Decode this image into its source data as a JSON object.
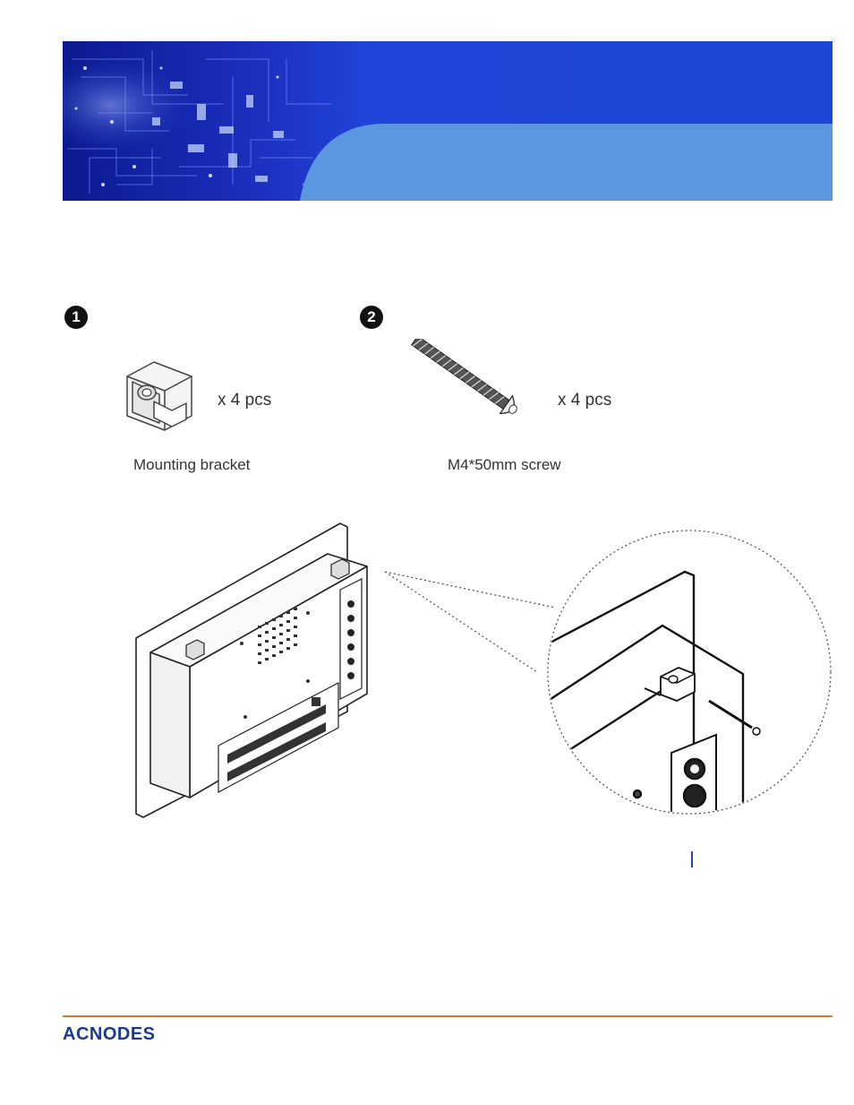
{
  "step1": {
    "badge": "1",
    "quantity": "x 4 pcs",
    "caption": "Mounting bracket"
  },
  "step2": {
    "badge": "2",
    "quantity": "x 4 pcs",
    "caption": "M4*50mm screw"
  },
  "footer": {
    "logo_text": "ACNODES",
    "rule_color": "#e0781e"
  },
  "banner": {
    "primary_color": "#1f43d0",
    "tab_color": "#5b96e0"
  }
}
